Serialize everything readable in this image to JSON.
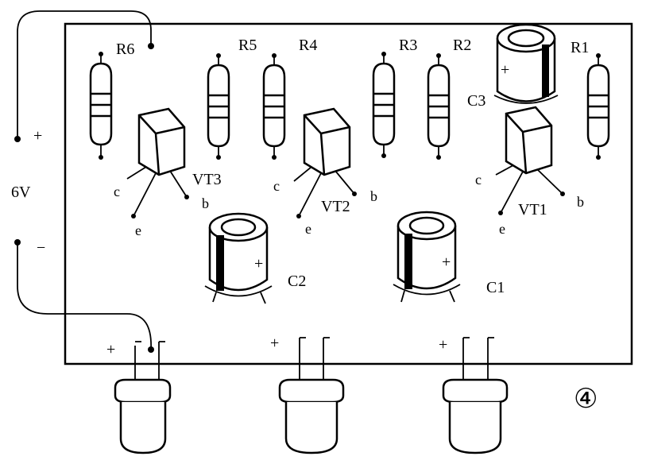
{
  "power": {
    "plus": "+",
    "voltage": "6V",
    "minus": "−"
  },
  "resistors": [
    "R6",
    "R5",
    "R4",
    "R3",
    "R2",
    "R1"
  ],
  "capacitors": [
    "C3",
    "C2",
    "C1"
  ],
  "transistors": [
    "VT3",
    "VT2",
    "VT1"
  ],
  "pins": {
    "c": "c",
    "e": "e",
    "b": "b"
  },
  "cap_polarity": "+",
  "led_polarity": "+",
  "figure_number": "④"
}
